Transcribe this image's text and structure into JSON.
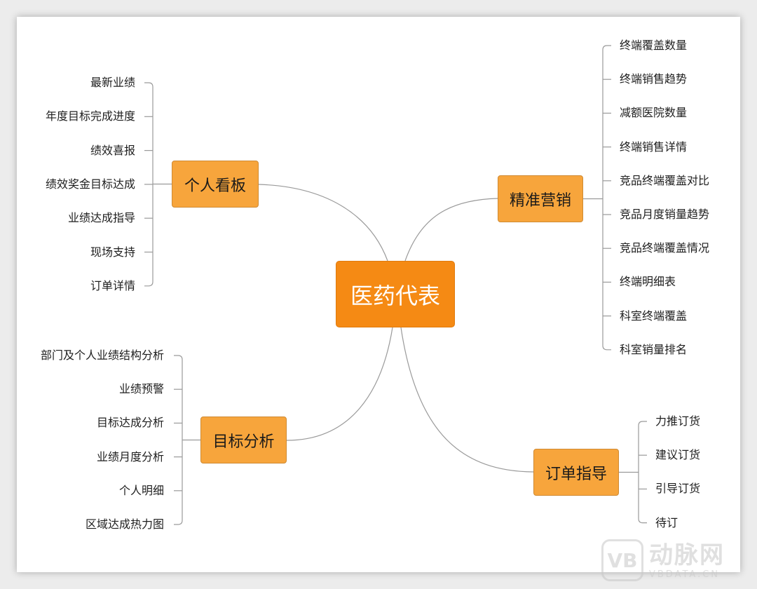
{
  "center": {
    "label": "医药代表"
  },
  "branches": [
    {
      "id": "personal",
      "label": "个人看板",
      "items": [
        "最新业绩",
        "年度目标完成进度",
        "绩效喜报",
        "绩效奖金目标达成",
        "业绩达成指导",
        "现场支持",
        "订单详情"
      ]
    },
    {
      "id": "marketing",
      "label": "精准营销",
      "items": [
        "终端覆盖数量",
        "终端销售趋势",
        "减额医院数量",
        "终端销售详情",
        "竞品终端覆盖对比",
        "竞品月度销量趋势",
        "竞品终端覆盖情况",
        "终端明细表",
        "科室终端覆盖",
        "科室销量排名"
      ]
    },
    {
      "id": "target",
      "label": "目标分析",
      "items": [
        "部门及个人业绩结构分析",
        "业绩预警",
        "目标达成分析",
        "业绩月度分析",
        "个人明细",
        "区域达成热力图"
      ]
    },
    {
      "id": "order",
      "label": "订单指导",
      "items": [
        "力推订货",
        "建议订货",
        "引导订货",
        "待订"
      ]
    }
  ],
  "watermark": {
    "cn": "动脉网",
    "en": "VBDATA.CN",
    "logo": "VB"
  },
  "colors": {
    "center": "#f58a14",
    "branch": "#f7a53c",
    "line": "#9a9a9a"
  }
}
